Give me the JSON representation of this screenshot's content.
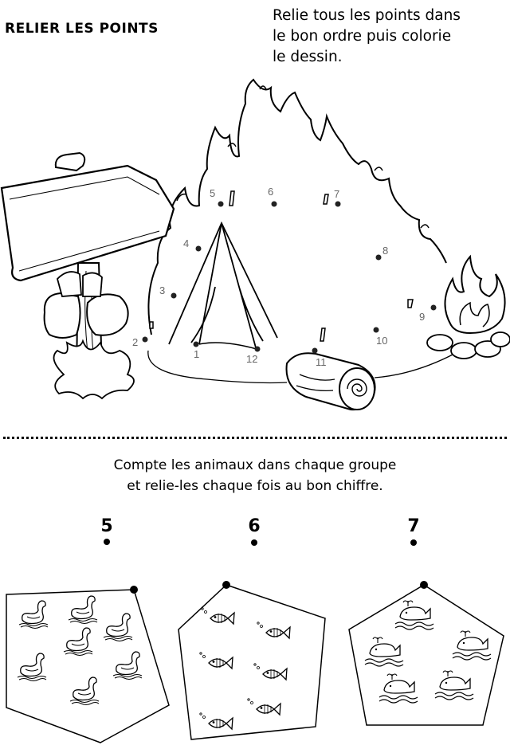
{
  "header": {
    "title": "RELIER LES POINTS",
    "instruction_lines": [
      "Relie tous les points dans",
      "le bon ordre puis colorie",
      "le dessin."
    ]
  },
  "dot_labels": [
    "1",
    "2",
    "3",
    "4",
    "5",
    "6",
    "7",
    "8",
    "9",
    "10",
    "11",
    "12"
  ],
  "section2": {
    "instruction_lines": [
      "Compte les animaux dans chaque groupe",
      "et relie-les chaque fois au bon chiffre."
    ],
    "numbers": [
      "5",
      "6",
      "7"
    ]
  },
  "groups": [
    {
      "animal": "swan-icon",
      "count": 7
    },
    {
      "animal": "fish-icon",
      "count": 6
    },
    {
      "animal": "whale-icon",
      "count": 5
    }
  ]
}
